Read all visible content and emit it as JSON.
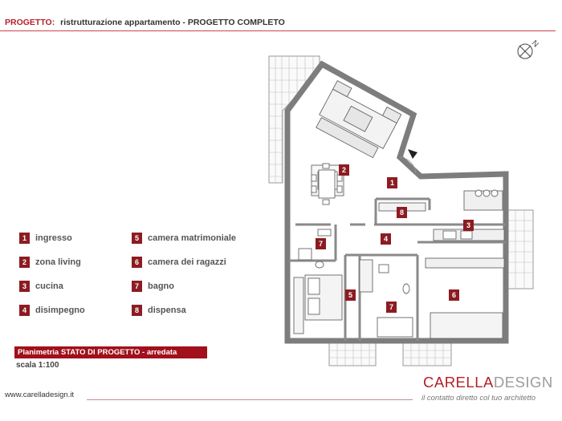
{
  "header": {
    "prefix": "PROGETTO:",
    "title": "ristrutturazione appartamento - PROGETTO COMPLETO",
    "accent_color": "#b5202a"
  },
  "compass": {
    "label": "N",
    "icon": "north-arrow-icon"
  },
  "legend": [
    {
      "num": "1",
      "label": "ingresso"
    },
    {
      "num": "2",
      "label": "zona living"
    },
    {
      "num": "3",
      "label": "cucina"
    },
    {
      "num": "4",
      "label": "disimpegno"
    },
    {
      "num": "5",
      "label": "camera matrimoniale"
    },
    {
      "num": "6",
      "label": "camera dei ragazzi"
    },
    {
      "num": "7",
      "label": "bagno"
    },
    {
      "num": "8",
      "label": "dispensa"
    }
  ],
  "plan_rooms": [
    "1",
    "2",
    "3",
    "4",
    "5",
    "6",
    "7",
    "7",
    "8"
  ],
  "caption": "Planimetria STATO DI PROGETTO - arredata",
  "scale": "scala 1:100",
  "website": "www.carelladesign.it",
  "brand": {
    "part1": "CARELLA",
    "part2": "DESIGN",
    "tagline": "il contatto diretto col tuo architetto"
  },
  "colors": {
    "badge": "#8c1c22",
    "wall": "#7a7a7a",
    "caption_bar": "#a1101b"
  }
}
